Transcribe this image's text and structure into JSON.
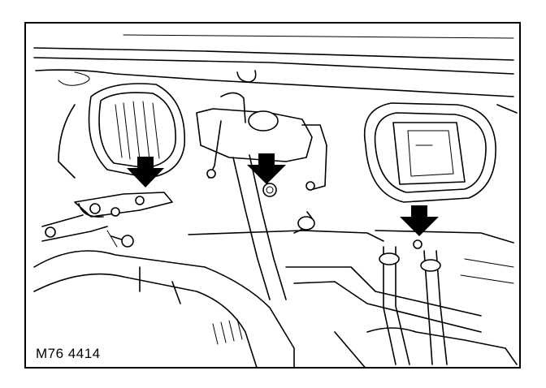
{
  "figure": {
    "reference_code": "M76 4414",
    "callout_count": 3,
    "callout_color": "#000000",
    "icons": [
      "down-arrow",
      "down-arrow",
      "down-arrow"
    ]
  }
}
